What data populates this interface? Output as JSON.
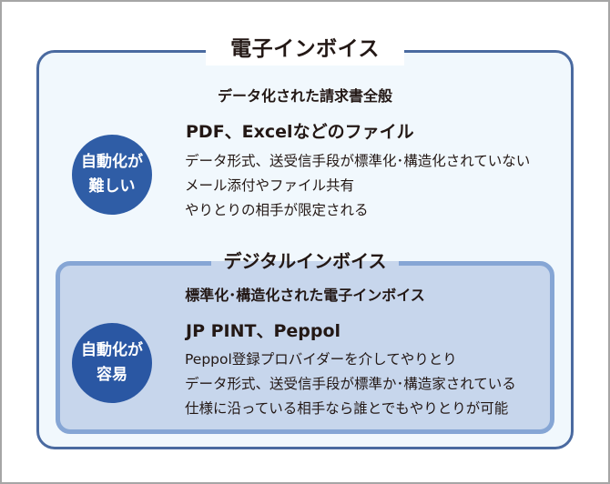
{
  "outer": {
    "title": "電子インボイス",
    "subtitle": "データ化された請求書全般",
    "badge_line1": "自動化が",
    "badge_line2": "難しい",
    "heading": "PDF、Excelなどのファイル",
    "lines": [
      "データ形式、送受信手段が標準化･構造化されていない",
      "メール添付やファイル共有",
      "やりとりの相手が限定される"
    ]
  },
  "inner": {
    "title": "デジタルインボイス",
    "subtitle": "標準化･構造化された電子インボイス",
    "badge_line1": "自動化が",
    "badge_line2": "容易",
    "heading": "JP PINT、Peppol",
    "lines": [
      "Peppol登録プロバイダーを介してやりとり",
      "データ形式、送受信手段が標準か･構造家されている",
      "仕様に沿っている相手なら誰とでもやりとりが可能"
    ]
  },
  "colors": {
    "outer_border": "#4a6aa0",
    "outer_fill": "#f1f8fd",
    "inner_border": "#86a6d5",
    "inner_fill": "#c7d6ec",
    "circle": "#2f5da6"
  }
}
